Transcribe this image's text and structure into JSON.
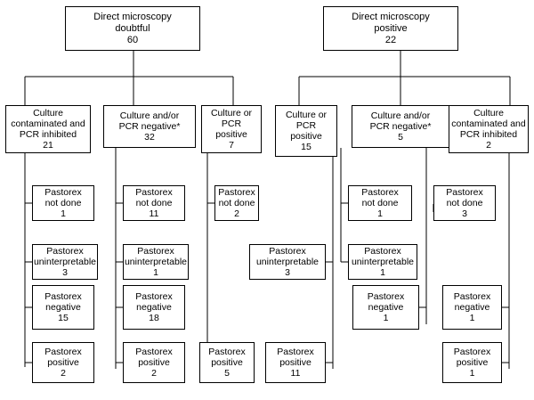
{
  "colors": {
    "line": "#000000",
    "box_border": "#000000",
    "background": "#ffffff",
    "text": "#000000"
  },
  "top_boxes": {
    "doubtful": {
      "lines": [
        "Direct microscopy",
        "doubtful",
        "60"
      ]
    },
    "positive": {
      "lines": [
        "Direct microscopy",
        "positive",
        "22"
      ]
    }
  },
  "groups": {
    "g1": {
      "lines": [
        "Culture",
        "contaminated and",
        "PCR inhibited",
        "21"
      ]
    },
    "g2": {
      "lines": [
        "Culture and/or",
        "PCR negative*",
        "32"
      ]
    },
    "g3": {
      "lines": [
        "Culture or",
        "PCR",
        "positive",
        "7"
      ]
    },
    "g4": {
      "lines": [
        "Culture or",
        "PCR",
        "positive",
        "15"
      ]
    },
    "g5": {
      "lines": [
        "Culture and/or",
        "PCR negative*",
        "5"
      ]
    },
    "g6": {
      "lines": [
        "Culture",
        "contaminated and",
        "PCR inhibited",
        "2"
      ]
    }
  },
  "pastorex": {
    "g1_notdone": {
      "lines": [
        "Pastorex",
        "not done",
        "1"
      ]
    },
    "g1_uninterp": {
      "lines": [
        "Pastorex",
        "uninterpretable",
        "3"
      ]
    },
    "g1_negative": {
      "lines": [
        "Pastorex",
        "negative",
        "15"
      ]
    },
    "g1_positive": {
      "lines": [
        "Pastorex",
        "positive",
        "2"
      ]
    },
    "g2_notdone": {
      "lines": [
        "Pastorex",
        "not done",
        "11"
      ]
    },
    "g2_uninterp": {
      "lines": [
        "Pastorex",
        "uninterpretable",
        "1"
      ]
    },
    "g2_negative": {
      "lines": [
        "Pastorex",
        "negative",
        "18"
      ]
    },
    "g2_positive": {
      "lines": [
        "Pastorex",
        "positive",
        "2"
      ]
    },
    "g3_notdone": {
      "lines": [
        "Pastorex",
        "not done",
        "2"
      ]
    },
    "g3_positive": {
      "lines": [
        "Pastorex",
        "positive",
        "5"
      ]
    },
    "g4_uninterp": {
      "lines": [
        "Pastorex",
        "uninterpretable",
        "3"
      ]
    },
    "g4_positive": {
      "lines": [
        "Pastorex",
        "positive",
        "11"
      ]
    },
    "g5_notdone": {
      "lines": [
        "Pastorex",
        "not done",
        "1"
      ]
    },
    "g5_uninterp": {
      "lines": [
        "Pastorex",
        "uninterpretable",
        "1"
      ]
    },
    "g5_negative": {
      "lines": [
        "Pastorex",
        "negative",
        "1"
      ]
    },
    "g6_notdone": {
      "lines": [
        "Pastorex",
        "not done",
        "3"
      ]
    },
    "g6_negative": {
      "lines": [
        "Pastorex",
        "negative",
        "1"
      ]
    },
    "g6_positive": {
      "lines": [
        "Pastorex",
        "positive",
        "1"
      ]
    }
  }
}
